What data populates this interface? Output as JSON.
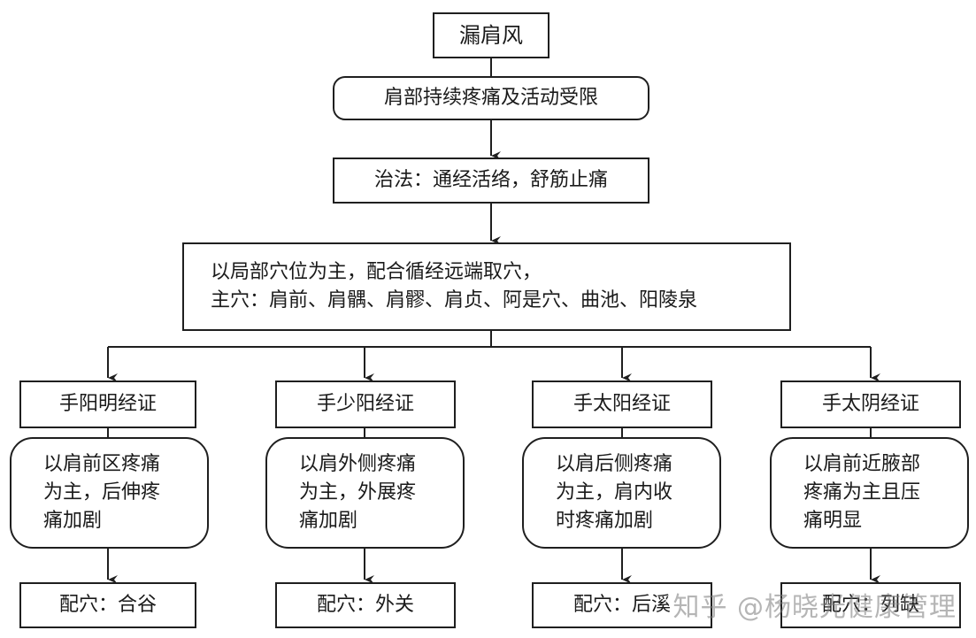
{
  "title": "漏肩风",
  "symptom": "肩部持续疼痛及活动受限",
  "treatment": "治法：通经活络，舒筋止痛",
  "main_points": {
    "line1": "以局部穴位为主，配合循经远端取穴，",
    "line2": "主穴：肩前、肩髃、肩髎、肩贞、阿是穴、曲池、阳陵泉"
  },
  "branches": [
    {
      "syndrome": "手阳明经证",
      "description": "以肩前区疼痛\n为主，后伸疼\n痛加剧",
      "points": "配穴：合谷"
    },
    {
      "syndrome": "手少阳经证",
      "description": "以肩外侧疼痛\n为主，外展疼\n痛加剧",
      "points": "配穴：外关"
    },
    {
      "syndrome": "手太阳经证",
      "description": "以肩后侧疼痛\n为主，肩内收\n时疼痛加剧",
      "points": "配穴：后溪"
    },
    {
      "syndrome": "手太阴经证",
      "description": "以肩前近腋部\n疼痛为主且压\n痛明显",
      "points": "配穴：列缺"
    }
  ],
  "watermark": "知乎 @杨晓光健康管理"
}
